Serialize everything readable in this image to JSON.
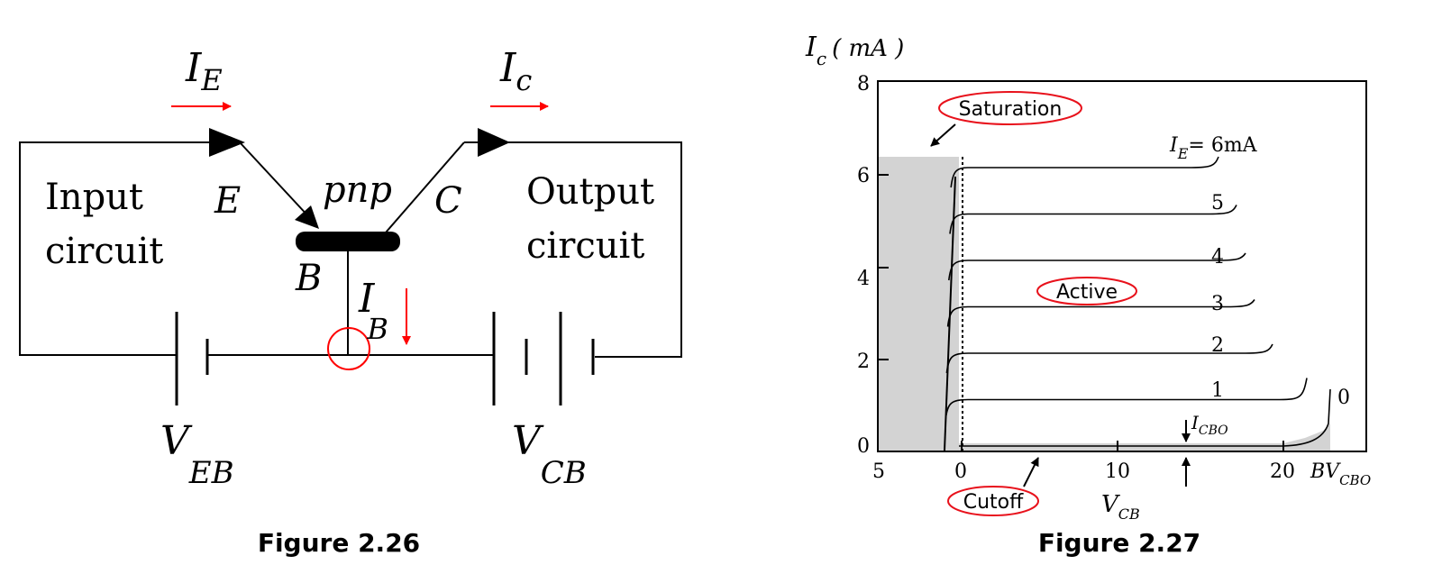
{
  "figure1": {
    "caption": "Figure 2.26",
    "labels": {
      "ie_main": "I",
      "ie_sub": "E",
      "ic_main": "I",
      "ic_sub": "c",
      "emitter": "E",
      "transistor_type": "pnp",
      "collector": "C",
      "base": "B",
      "ib_main": "I",
      "ib_sub": "B",
      "input_line1": "Input",
      "input_line2": "circuit",
      "output_line1": "Output",
      "output_line2": "circuit",
      "veb_main": "V",
      "veb_sub": "EB",
      "vcb_main": "V",
      "vcb_sub": "CB"
    }
  },
  "figure2": {
    "caption": "Figure 2.27",
    "chart_data": {
      "type": "line",
      "ylabel_main": "I",
      "ylabel_sub": "c",
      "ylabel_unit": "( mA )",
      "xlabel_main": "V",
      "xlabel_sub": "CB",
      "yticks": [
        "0",
        "2",
        "4",
        "6",
        "8"
      ],
      "xticks": [
        "5",
        "0",
        "10",
        "20"
      ],
      "bv_main": "BV",
      "bv_sub": "CBO",
      "icbo_main": "I",
      "icbo_sub": "CBO",
      "region_labels": {
        "saturation": "Saturation",
        "active": "Active",
        "cutoff": "Cutoff"
      },
      "curve_label_first_main": "I",
      "curve_label_first_sub": "E",
      "curve_label_first_rest": "= 6mA",
      "series": [
        {
          "name": "6mA",
          "values": 6
        },
        {
          "name": "5",
          "values": 5
        },
        {
          "name": "4",
          "values": 4
        },
        {
          "name": "3",
          "values": 3
        },
        {
          "name": "2",
          "values": 2
        },
        {
          "name": "1",
          "values": 1
        },
        {
          "name": "0",
          "values": 0
        }
      ],
      "curve_labels": [
        "5",
        "4",
        "3",
        "2",
        "1",
        "0"
      ],
      "ylim": [
        0,
        8
      ],
      "xlim": [
        -5,
        25
      ],
      "colors": {
        "shade": "#d3d3d3",
        "ellipse": "#e8111b",
        "line": "#000000"
      }
    }
  }
}
